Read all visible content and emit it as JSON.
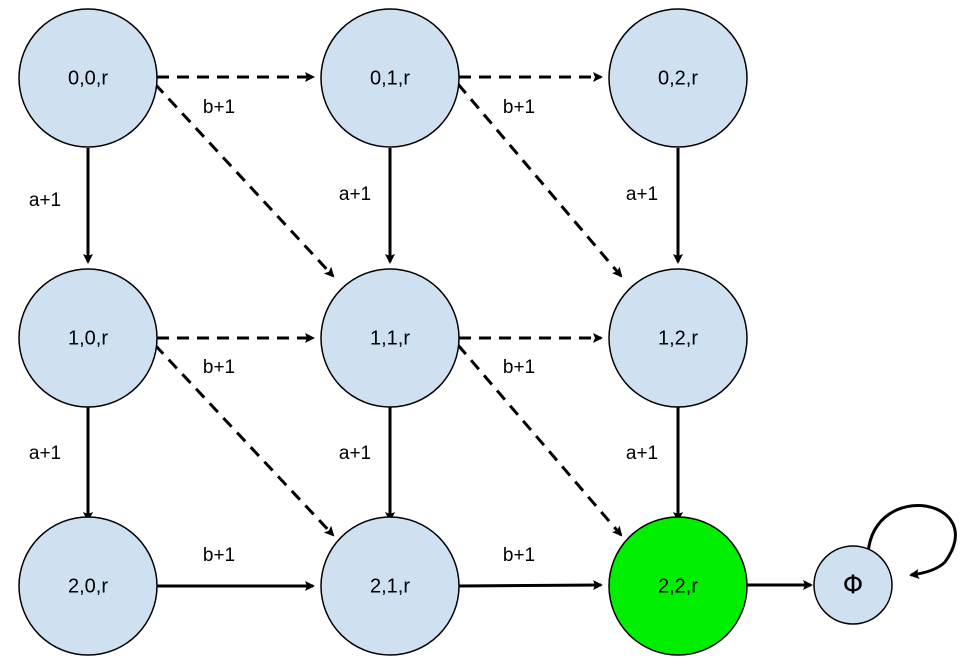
{
  "diagram": {
    "colors": {
      "node_fill": "#cfe0f1",
      "accept_fill": "#00ee00",
      "stroke": "#000000"
    },
    "nodes": {
      "n00": {
        "label": "0,0,r"
      },
      "n01": {
        "label": "0,1,r"
      },
      "n02": {
        "label": "0,2,r"
      },
      "n10": {
        "label": "1,0,r"
      },
      "n11": {
        "label": "1,1,r"
      },
      "n12": {
        "label": "1,2,r"
      },
      "n20": {
        "label": "2,0,r"
      },
      "n21": {
        "label": "2,1,r"
      },
      "n22": {
        "label": "2,2,r"
      },
      "phi": {
        "label": "Φ"
      }
    },
    "edge_labels": {
      "a_inc": "a+1",
      "b_inc": "b+1"
    }
  }
}
